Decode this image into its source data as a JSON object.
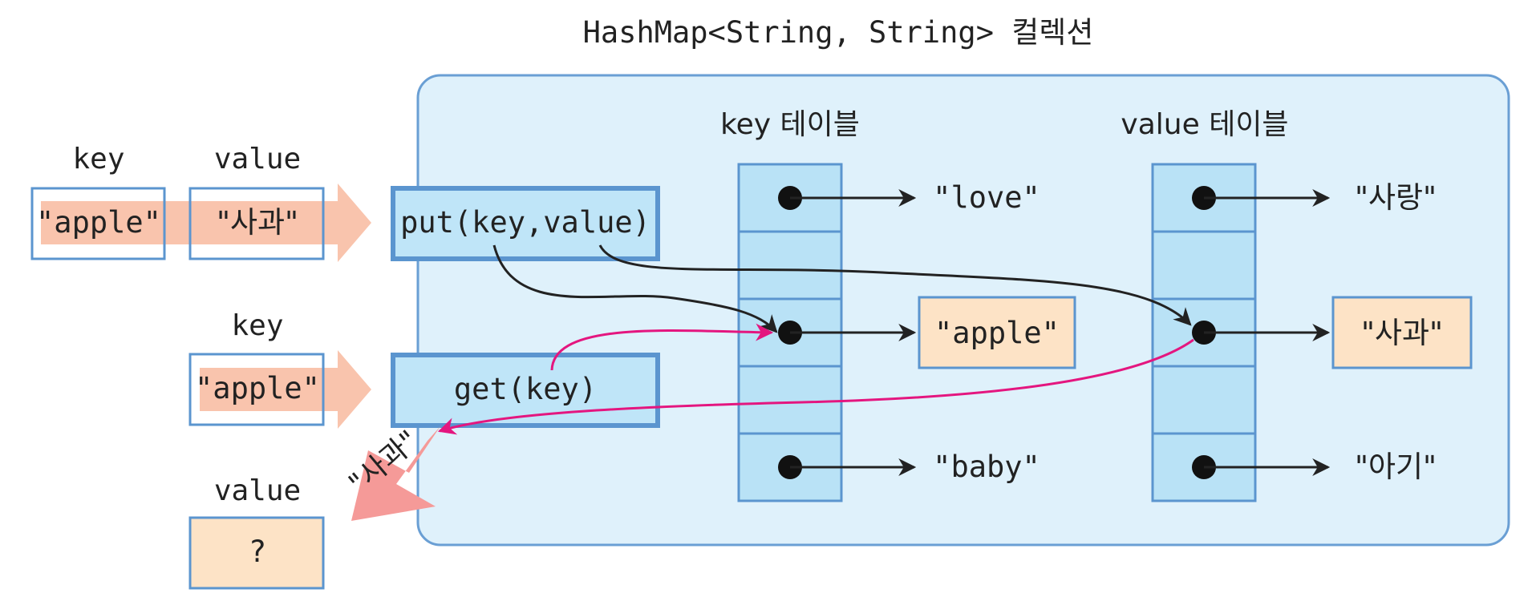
{
  "title": "HashMap<String, String> 컬렉션",
  "key_table_label": "key 테이블",
  "value_table_label": "value 테이블",
  "put_input": {
    "key_label": "key",
    "value_label": "value",
    "key_value": "\"apple\"",
    "value_value": "\"사과\""
  },
  "get_input": {
    "key_label": "key",
    "key_value": "\"apple\""
  },
  "methods": {
    "put": "put(key,value)",
    "get": "get(key)"
  },
  "result": {
    "arrow_text": "\"사과\"",
    "value_label": "value",
    "value_value": "?"
  },
  "key_entries": [
    "\"love\"",
    "\"apple\"",
    "\"baby\""
  ],
  "value_entries": [
    "\"사랑\"",
    "\"사과\"",
    "\"아기\""
  ],
  "colors": {
    "container_fill": "#dff1fb",
    "container_stroke": "#6a9fd4",
    "table_fill": "#b9e2f6",
    "method_fill": "#bfe5f8",
    "method_stroke": "#5b95cf",
    "box_stroke": "#5b95cf",
    "highlight_fill": "#fde3c6",
    "input_arrow": "#f9c4ad",
    "result_arrow": "#f59a98",
    "magenta": "#e4167f",
    "black": "#222222"
  }
}
